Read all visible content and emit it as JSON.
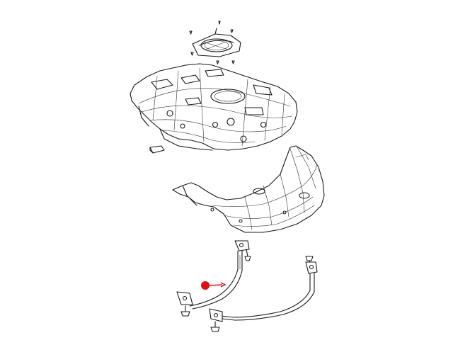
{
  "diagram": {
    "marker_color": "#e01010",
    "line_color": "#1a1a1a",
    "background": "#ffffff",
    "parts": [
      {
        "id": "pump-seal-plate",
        "icon": "gasket-ring-icon"
      },
      {
        "id": "fuel-tank",
        "icon": "fuel-tank-icon"
      },
      {
        "id": "heat-shield",
        "icon": "heat-shield-icon"
      },
      {
        "id": "tank-strap-left",
        "icon": "tank-strap-icon",
        "highlighted": true
      },
      {
        "id": "tank-strap-right",
        "icon": "tank-strap-icon"
      }
    ]
  }
}
